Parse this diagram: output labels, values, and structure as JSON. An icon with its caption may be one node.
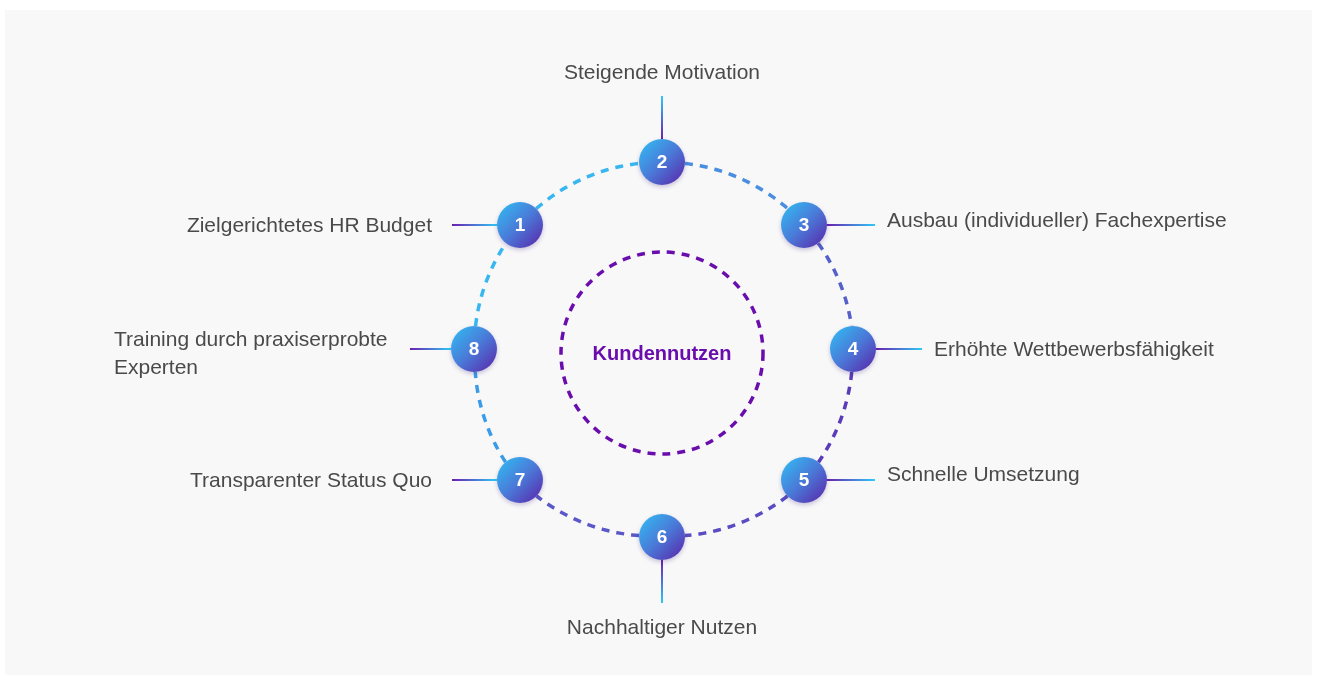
{
  "diagram": {
    "nodes": [
      {
        "text": [
          "1"
        ]
      },
      {
        "text": [
          "2"
        ]
      },
      {
        "text": [
          "3"
        ]
      },
      {
        "text": [
          "4"
        ]
      },
      {
        "text": [
          "5"
        ]
      },
      {
        "text": [
          "6"
        ]
      },
      {
        "text": [
          "7"
        ]
      },
      {
        "text": [
          "8"
        ]
      },
      {
        "text": [
          "Zielgerichtetes HR Budget"
        ]
      },
      {
        "text": [
          "Steigende Motivation"
        ]
      },
      {
        "text": [
          "Ausbau (individueller) Fachexpertise"
        ]
      },
      {
        "text": [
          "Erhöhte Wettbewerbsfähigkeit"
        ]
      },
      {
        "text": [
          "Schnelle Umsetzung"
        ]
      },
      {
        "text": [
          "Nachhaltiger Nutzen"
        ]
      },
      {
        "text": [
          "Transparenter Status Quo"
        ]
      },
      {
        "text": [
          "Training durch praxiserprobte Experten"
        ]
      },
      {
        "text": [
          "Kundennutzen"
        ]
      }
    ],
    "edges": [
      {
        "from": 0,
        "to": 1,
        "arrow": "none",
        "style": "dashed",
        "color": "#38b6f0"
      },
      {
        "from": 1,
        "to": 2,
        "arrow": "none",
        "style": "dashed",
        "color": "#4a8ee0"
      },
      {
        "from": 2,
        "to": 3,
        "arrow": "none",
        "style": "dashed",
        "color": "#5560c8"
      },
      {
        "from": 3,
        "to": 4,
        "arrow": "none",
        "style": "dashed",
        "color": "#5a3cb8"
      },
      {
        "from": 4,
        "to": 5,
        "arrow": "none",
        "style": "dashed",
        "color": "#5a4cc2"
      },
      {
        "from": 5,
        "to": 6,
        "arrow": "none",
        "style": "dashed",
        "color": "#5a58c8"
      },
      {
        "from": 6,
        "to": 7,
        "arrow": "none",
        "style": "dashed",
        "color": "#3a9ce8"
      },
      {
        "from": 7,
        "to": 0,
        "arrow": "none",
        "style": "dashed",
        "color": "#38b6f0"
      },
      {
        "from": 0,
        "to": 8,
        "arrow": "none"
      },
      {
        "from": 1,
        "to": 9,
        "arrow": "none"
      },
      {
        "from": 2,
        "to": 10,
        "arrow": "none"
      },
      {
        "from": 3,
        "to": 11,
        "arrow": "none"
      },
      {
        "from": 4,
        "to": 12,
        "arrow": "none"
      },
      {
        "from": 5,
        "to": 13,
        "arrow": "none"
      },
      {
        "from": 6,
        "to": 14,
        "arrow": "none"
      },
      {
        "from": 7,
        "to": 15,
        "arrow": "none"
      }
    ]
  }
}
